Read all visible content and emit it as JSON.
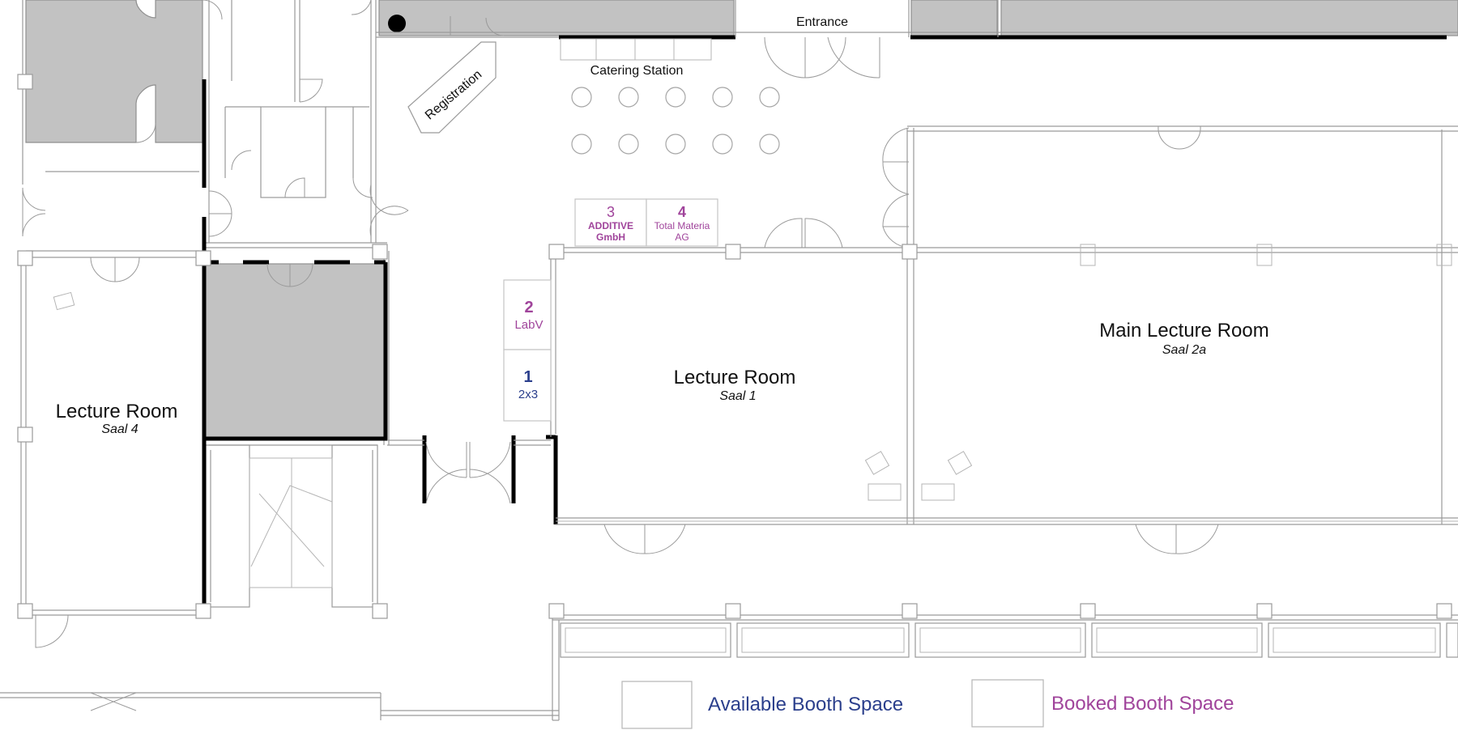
{
  "colors": {
    "available": "#2b3f8c",
    "booked": "#a0449b",
    "grey_area": "#c2c2c2",
    "wall": "#9a9a9a",
    "thick_wall": "#000000"
  },
  "labels": {
    "entrance": "Entrance",
    "catering": "Catering Station",
    "registration": "Registration"
  },
  "rooms": [
    {
      "id": "saal4",
      "title": "Lecture Room",
      "subtitle": "Saal 4"
    },
    {
      "id": "saal1",
      "title": "Lecture Room",
      "subtitle": "Saal 1"
    },
    {
      "id": "saal2a",
      "title": "Main Lecture Room",
      "subtitle": "Saal 2a"
    }
  ],
  "booths": [
    {
      "number": "1",
      "name": "2x3",
      "status": "available"
    },
    {
      "number": "2",
      "name": "LabV",
      "status": "booked"
    },
    {
      "number": "3",
      "name": "ADDITIVE GmbH",
      "name_lines": [
        "ADDITIVE",
        "GmbH"
      ],
      "status": "booked"
    },
    {
      "number": "4",
      "name": "Total Materia AG",
      "name_lines": [
        "Total Materia",
        "AG"
      ],
      "status": "booked"
    }
  ],
  "legend": {
    "available": "Available Booth Space",
    "booked": "Booked Booth Space"
  },
  "catering_tables": 10
}
